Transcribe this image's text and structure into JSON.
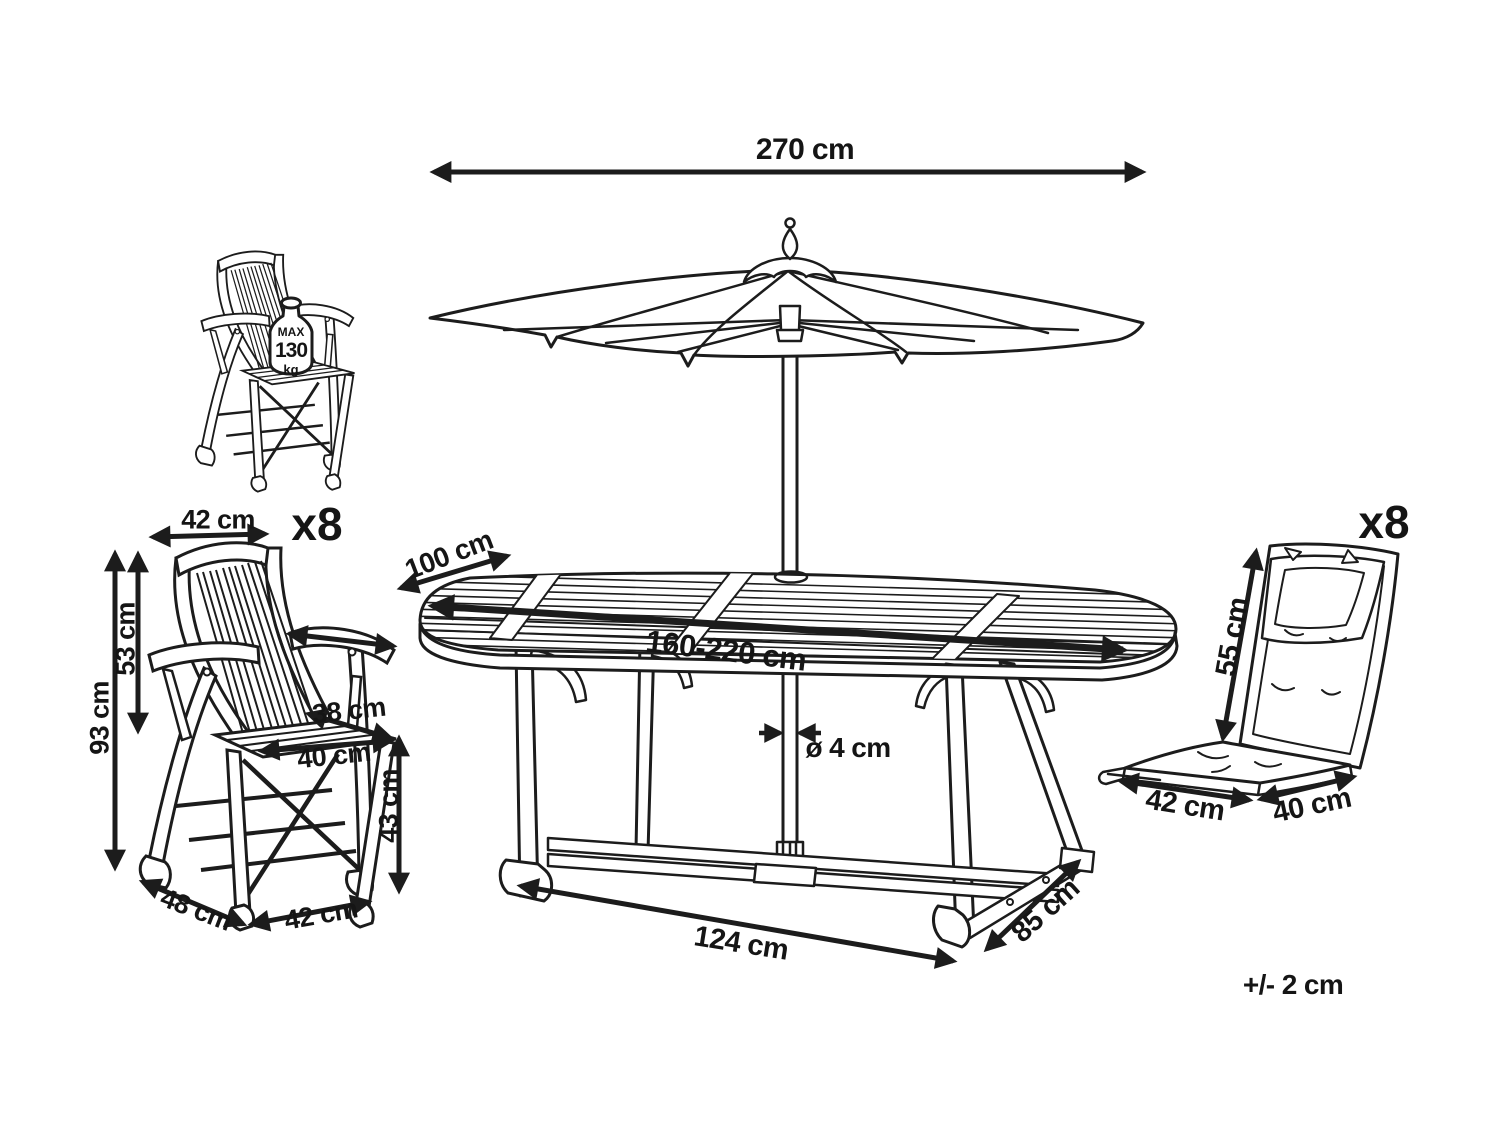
{
  "colors": {
    "ink": "#1c1c1c",
    "background": "#ffffff"
  },
  "tolerance_label": "+/- 2 cm",
  "umbrella": {
    "diameter_label": "270 cm",
    "pole_diameter_label": "ø 4 cm"
  },
  "table": {
    "length_label": "160-220 cm",
    "width_label": "100 cm",
    "base_length_label": "124 cm",
    "base_depth_label": "85 cm"
  },
  "chair": {
    "quantity_label": "x8",
    "back_width_label": "42 cm",
    "height_label": "93 cm",
    "back_height_label": "53 cm",
    "armrest_span_label": "38 cm",
    "seat_width_label": "40 cm",
    "seat_height_label": "43 cm",
    "base_depth_label": "48 cm",
    "base_width_label": "42 cm",
    "max_load": {
      "prefix": "MAX",
      "value": "130",
      "unit": "kg"
    }
  },
  "cushion": {
    "quantity_label": "x8",
    "back_height_label": "55 cm",
    "seat_width_label": "42 cm",
    "seat_depth_label": "40 cm"
  }
}
